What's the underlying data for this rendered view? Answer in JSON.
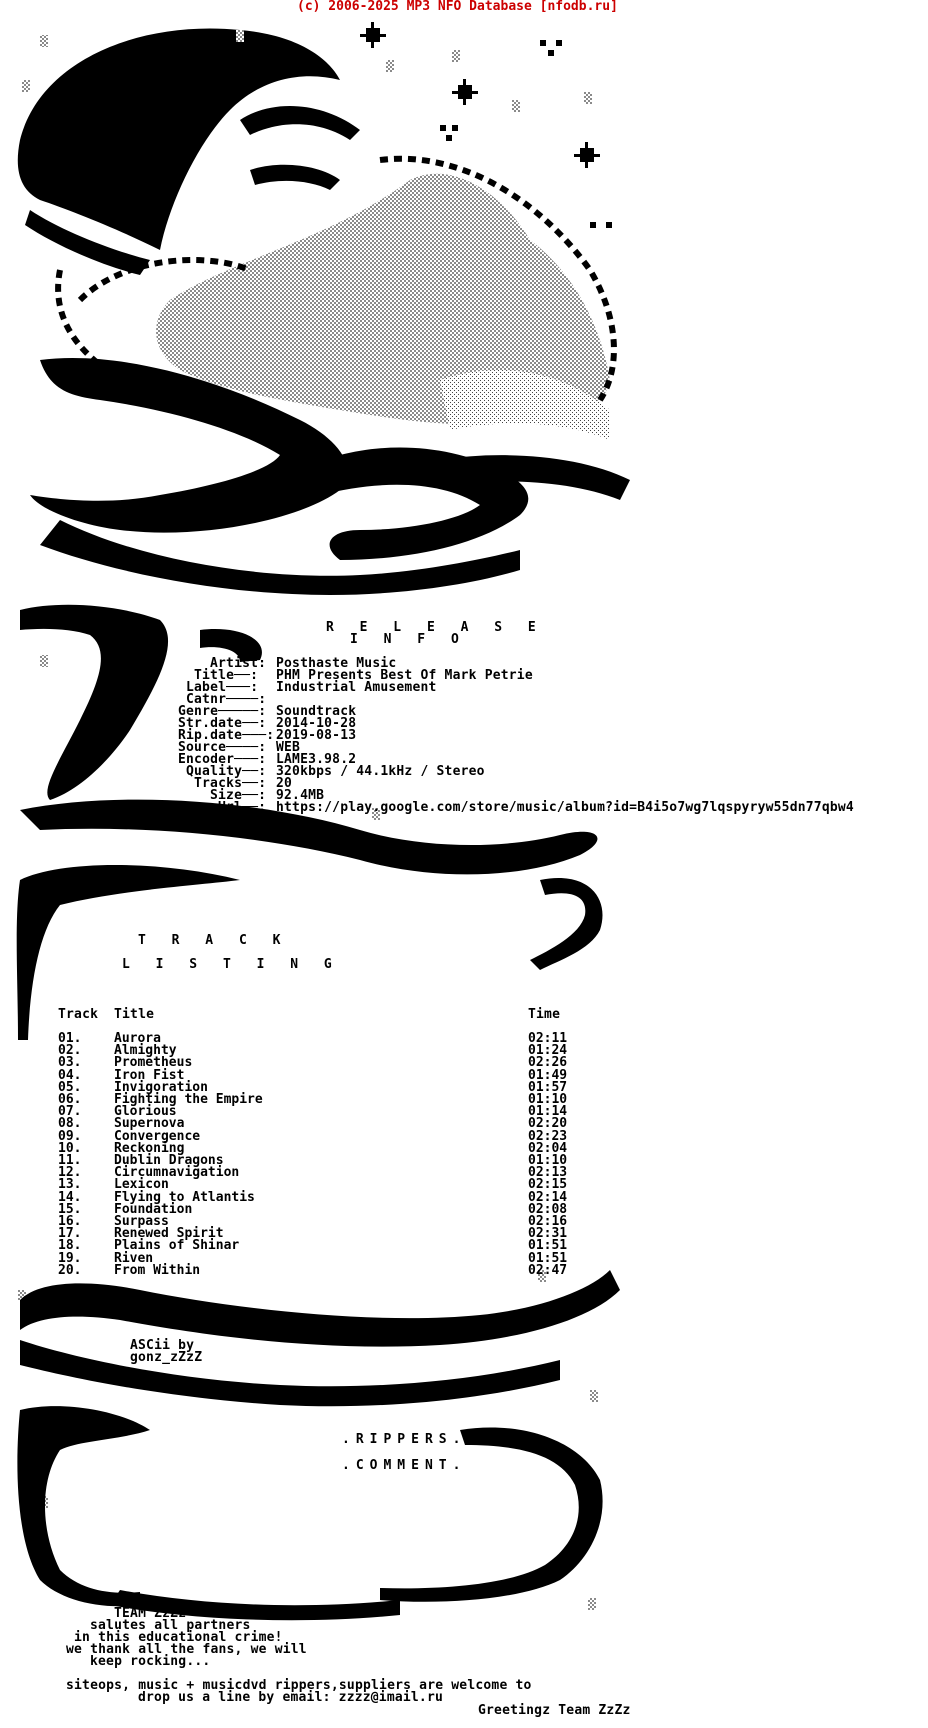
{
  "header": "(c) 2006-2025 MP3 NFO Database [nfodb.ru]",
  "release_heading": [
    "R E L E A S E",
    "I N F O"
  ],
  "info": [
    {
      "label": "Artist:",
      "value": "Posthaste Music"
    },
    {
      "label": "Title──:",
      "value": "PHM Presents Best Of Mark Petrie"
    },
    {
      "label": "Label───:",
      "value": "Industrial Amusement"
    },
    {
      "label": "Catnr────:",
      "value": ""
    },
    {
      "label": "Genre─────:",
      "value": "Soundtrack"
    },
    {
      "label": "Str.date──:",
      "value": "2014-10-28"
    },
    {
      "label": "Rip.date───:",
      "value": "2019-08-13"
    },
    {
      "label": "Source────:",
      "value": "WEB"
    },
    {
      "label": "Encoder───:",
      "value": "LAME3.98.2"
    },
    {
      "label": "Quality──:",
      "value": "320kbps / 44.1kHz / Stereo"
    },
    {
      "label": "Tracks──:",
      "value": "20"
    },
    {
      "label": "Size──:",
      "value": "92.4MB"
    },
    {
      "label": "Url──:",
      "value": "https://play.google.com/store/music/album?id=B4i5o7wg7lqspyryw55dn77qbw4"
    }
  ],
  "track_heading": [
    "T R A C K",
    "L I S T I N G"
  ],
  "track_columns": {
    "num": "Track",
    "title": "Title",
    "time": "Time"
  },
  "tracks": [
    {
      "num": "01.",
      "title": "Aurora",
      "time": "02:11"
    },
    {
      "num": "02.",
      "title": "Almighty",
      "time": "01:24"
    },
    {
      "num": "03.",
      "title": "Prometheus",
      "time": "02:26"
    },
    {
      "num": "04.",
      "title": "Iron Fist",
      "time": "01:49"
    },
    {
      "num": "05.",
      "title": "Invigoration",
      "time": "01:57"
    },
    {
      "num": "06.",
      "title": "Fighting the Empire",
      "time": "01:10"
    },
    {
      "num": "07.",
      "title": "Glorious",
      "time": "01:14"
    },
    {
      "num": "08.",
      "title": "Supernova",
      "time": "02:20"
    },
    {
      "num": "09.",
      "title": "Convergence",
      "time": "02:23"
    },
    {
      "num": "10.",
      "title": "Reckoning",
      "time": "02:04"
    },
    {
      "num": "11.",
      "title": "Dublin Dragons",
      "time": "01:10"
    },
    {
      "num": "12.",
      "title": "Circumnavigation",
      "time": "02:13"
    },
    {
      "num": "13.",
      "title": "Lexicon",
      "time": "02:15"
    },
    {
      "num": "14.",
      "title": "Flying to Atlantis",
      "time": "02:14"
    },
    {
      "num": "15.",
      "title": "Foundation",
      "time": "02:08"
    },
    {
      "num": "16.",
      "title": "Surpass",
      "time": "02:16"
    },
    {
      "num": "17.",
      "title": "Renewed Spirit",
      "time": "02:31"
    },
    {
      "num": "18.",
      "title": "Plains of Shinar",
      "time": "01:51"
    },
    {
      "num": "19.",
      "title": "Riven",
      "time": "01:51"
    },
    {
      "num": "20.",
      "title": "From Within",
      "time": "02:47"
    }
  ],
  "ascii_credit": [
    "ASCii by",
    "gonz_zZzZ"
  ],
  "rippers_heading": [
    ".RIPPERS.",
    ".COMMENT."
  ],
  "team_message": [
    "TEAM ZzZz",
    "salutes all partners",
    "in this educational crime!",
    "we thank all the fans, we will",
    "keep rocking..."
  ],
  "footer": [
    "siteops, music + musicdvd rippers,suppliers are welcome to",
    "drop us a line by email: zzzz@imail.ru",
    "Greetingz Team ZzZz"
  ],
  "colors": {
    "header": "#cc0000",
    "text": "#000000",
    "background": "#ffffff",
    "dither": "#9a9a9a"
  }
}
